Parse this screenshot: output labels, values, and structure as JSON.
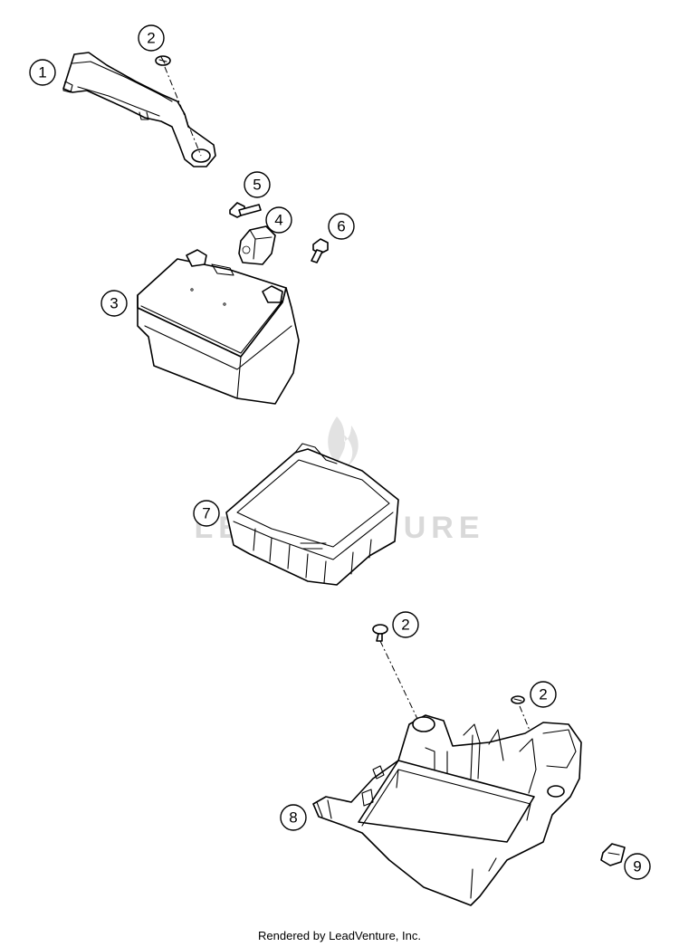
{
  "watermark": "LEADVENTURE",
  "footer": "Rendered by LeadVenture, Inc.",
  "callouts": [
    "1",
    "2",
    "2",
    "2",
    "3",
    "4",
    "5",
    "6",
    "7",
    "8",
    "9"
  ]
}
